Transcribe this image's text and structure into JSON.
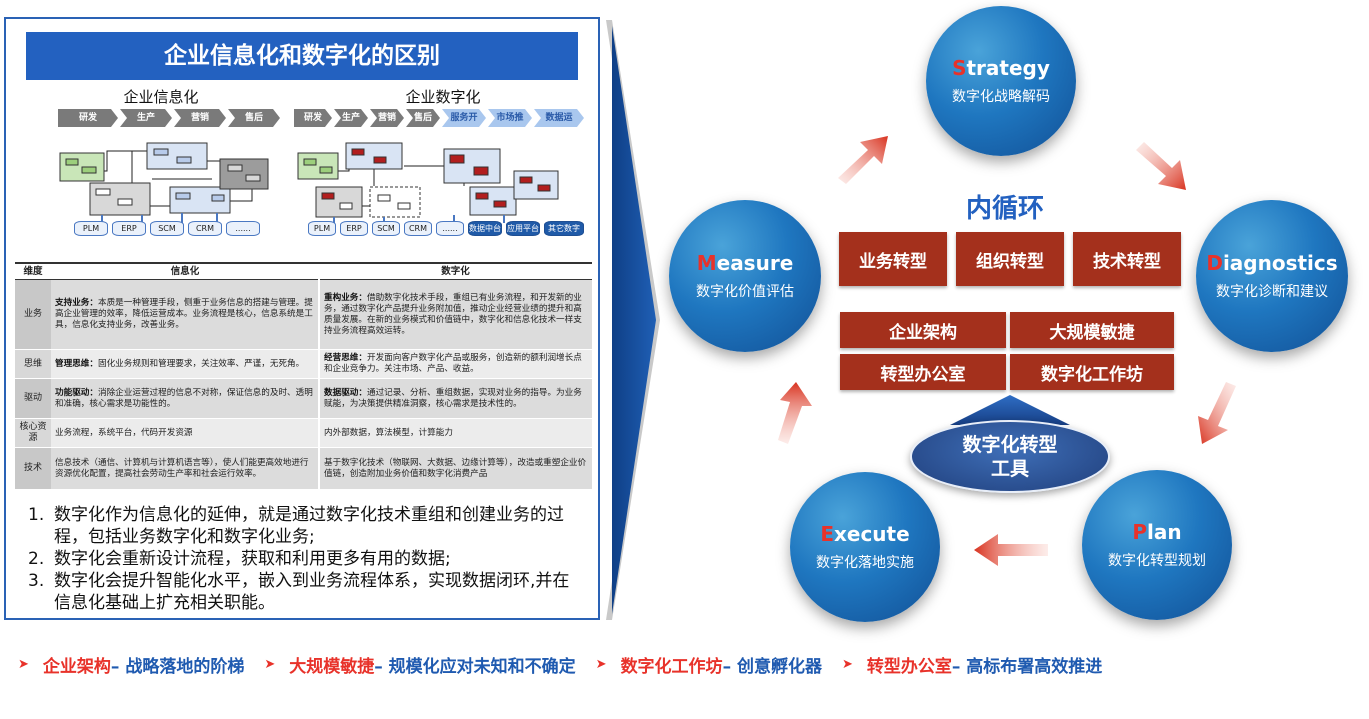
{
  "left": {
    "title": "企业信息化和数字化的区别",
    "col_info": "企业信息化",
    "col_digital": "企业数字化",
    "flow_info": [
      "研发",
      "生产",
      "营销",
      "售后"
    ],
    "flow_digital": [
      "研发",
      "生产",
      "营销",
      "售后"
    ],
    "flow_digital_extra": [
      "服务开发",
      "市场推广",
      "数据运营"
    ],
    "db_info": [
      "PLM",
      "ERP",
      "SCM",
      "CRM",
      "......"
    ],
    "db_digital": [
      "PLM",
      "ERP",
      "SCM",
      "CRM",
      "......"
    ],
    "db_digital_extra": [
      "数据中台",
      "应用平台",
      "其它数字平台"
    ],
    "table": {
      "headers": [
        "维度",
        "信息化",
        "数字化"
      ],
      "rows": [
        {
          "dim": "业务",
          "info_key": "支持业务：",
          "info": "本质是一种管理手段，侧重于业务信息的搭建与管理。提高企业管理的效率，降低运营成本。业务流程是核心，信息系统是工具，信息化支持业务，改善业务。",
          "dig_key": "重构业务：",
          "dig": "借助数字化技术手段，重组已有业务流程，和开发新的业务，通过数字化产品提升业务附加值，推动企业经营业绩的提升和高质量发展。在新的业务模式和价值链中，数字化和信息化技术一样支持业务流程高效运转。"
        },
        {
          "dim": "思维",
          "info_key": "管理思维：",
          "info": "固化业务规则和管理要求，关注效率、严谨，无死角。",
          "dig_key": "经营思维：",
          "dig": "开发面向客户数字化产品或服务，创造新的额利润增长点和企业竞争力。关注市场、产品、收益。"
        },
        {
          "dim": "驱动",
          "info_key": "功能驱动：",
          "info": "消除企业运营过程的信息不对称，保证信息的及时、透明和准确，核心需求是功能性的。",
          "dig_key": "数据驱动：",
          "dig": "通过记录、分析、重组数据，实现对业务的指导。为业务赋能，为决策提供精准洞察，核心需求是技术性的。"
        },
        {
          "dim": "核心资源",
          "info_key": "",
          "info": "业务流程，系统平台，代码开发资源",
          "dig_key": "",
          "dig": "内外部数据，算法模型，计算能力"
        },
        {
          "dim": "技术",
          "info_key": "",
          "info": "信息技术（通信、计算机与计算机语言等），使人们能更高效地进行资源优化配置，提高社会劳动生产率和社会运行效率。",
          "dig_key": "",
          "dig": "基于数字化技术（物联网、大数据、边缘计算等），改造或重塑企业价值链，创造附加业务价值和数字化消费产品"
        }
      ]
    },
    "notes": [
      {
        "num": "1.",
        "text": "数字化作为信息化的延伸，就是通过数字化技术重组和创建业务的过程，包括业务数字化和数字化业务;"
      },
      {
        "num": "2.",
        "text": "数字化会重新设计流程，获取和利用更多有用的数据;"
      },
      {
        "num": "3.",
        "text": "数字化会提升智能化水平，嵌入到业务流程体系，实现数据闭环,并在信息化基础上扩充相关职能。"
      }
    ]
  },
  "cycle": {
    "strategy": {
      "first": "S",
      "rest": "trategy",
      "cn": "数字化战略解码"
    },
    "diagnostics": {
      "first": "D",
      "rest": "iagnostics",
      "cn": "数字化诊断和建议"
    },
    "plan": {
      "first": "P",
      "rest": "lan",
      "cn": "数字化转型规划"
    },
    "execute": {
      "first": "E",
      "rest": "xecute",
      "cn": "数字化落地实施"
    },
    "measure": {
      "first": "M",
      "rest": "easure",
      "cn": "数字化价值评估"
    },
    "inner_title": "内循环",
    "transforms": [
      "业务转型",
      "组织转型",
      "技术转型"
    ],
    "pillars": [
      "企业架构",
      "大规模敏捷",
      "转型办公室",
      "数字化工作坊"
    ],
    "tool_line1": "数字化转型",
    "tool_line2": "工具"
  },
  "bottom": [
    {
      "key": "企业架构",
      "val": " – 战略落地的阶梯"
    },
    {
      "key": "大规模敏捷",
      "val": " – 规模化应对未知和不确定"
    },
    {
      "key": "数字化工作坊",
      "val": " – 创意孵化器"
    },
    {
      "key": "转型办公室",
      "val": " – 高标布署高效推进"
    }
  ],
  "colors": {
    "brand_blue": "#2361c0",
    "accent_red": "#e8322a",
    "box_red": "#a4301c"
  }
}
